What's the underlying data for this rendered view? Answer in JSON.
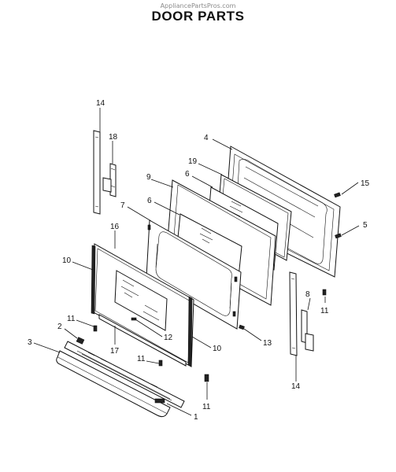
{
  "header": {
    "watermark": "AppliancePartsPros.com",
    "title": "DOOR PARTS"
  },
  "callouts": [
    "14",
    "18",
    "4",
    "19",
    "9",
    "6",
    "15",
    "7",
    "6",
    "5",
    "16",
    "10",
    "8",
    "11",
    "11",
    "2",
    "12",
    "3",
    "17",
    "10",
    "13",
    "11",
    "14",
    "11",
    "1"
  ]
}
